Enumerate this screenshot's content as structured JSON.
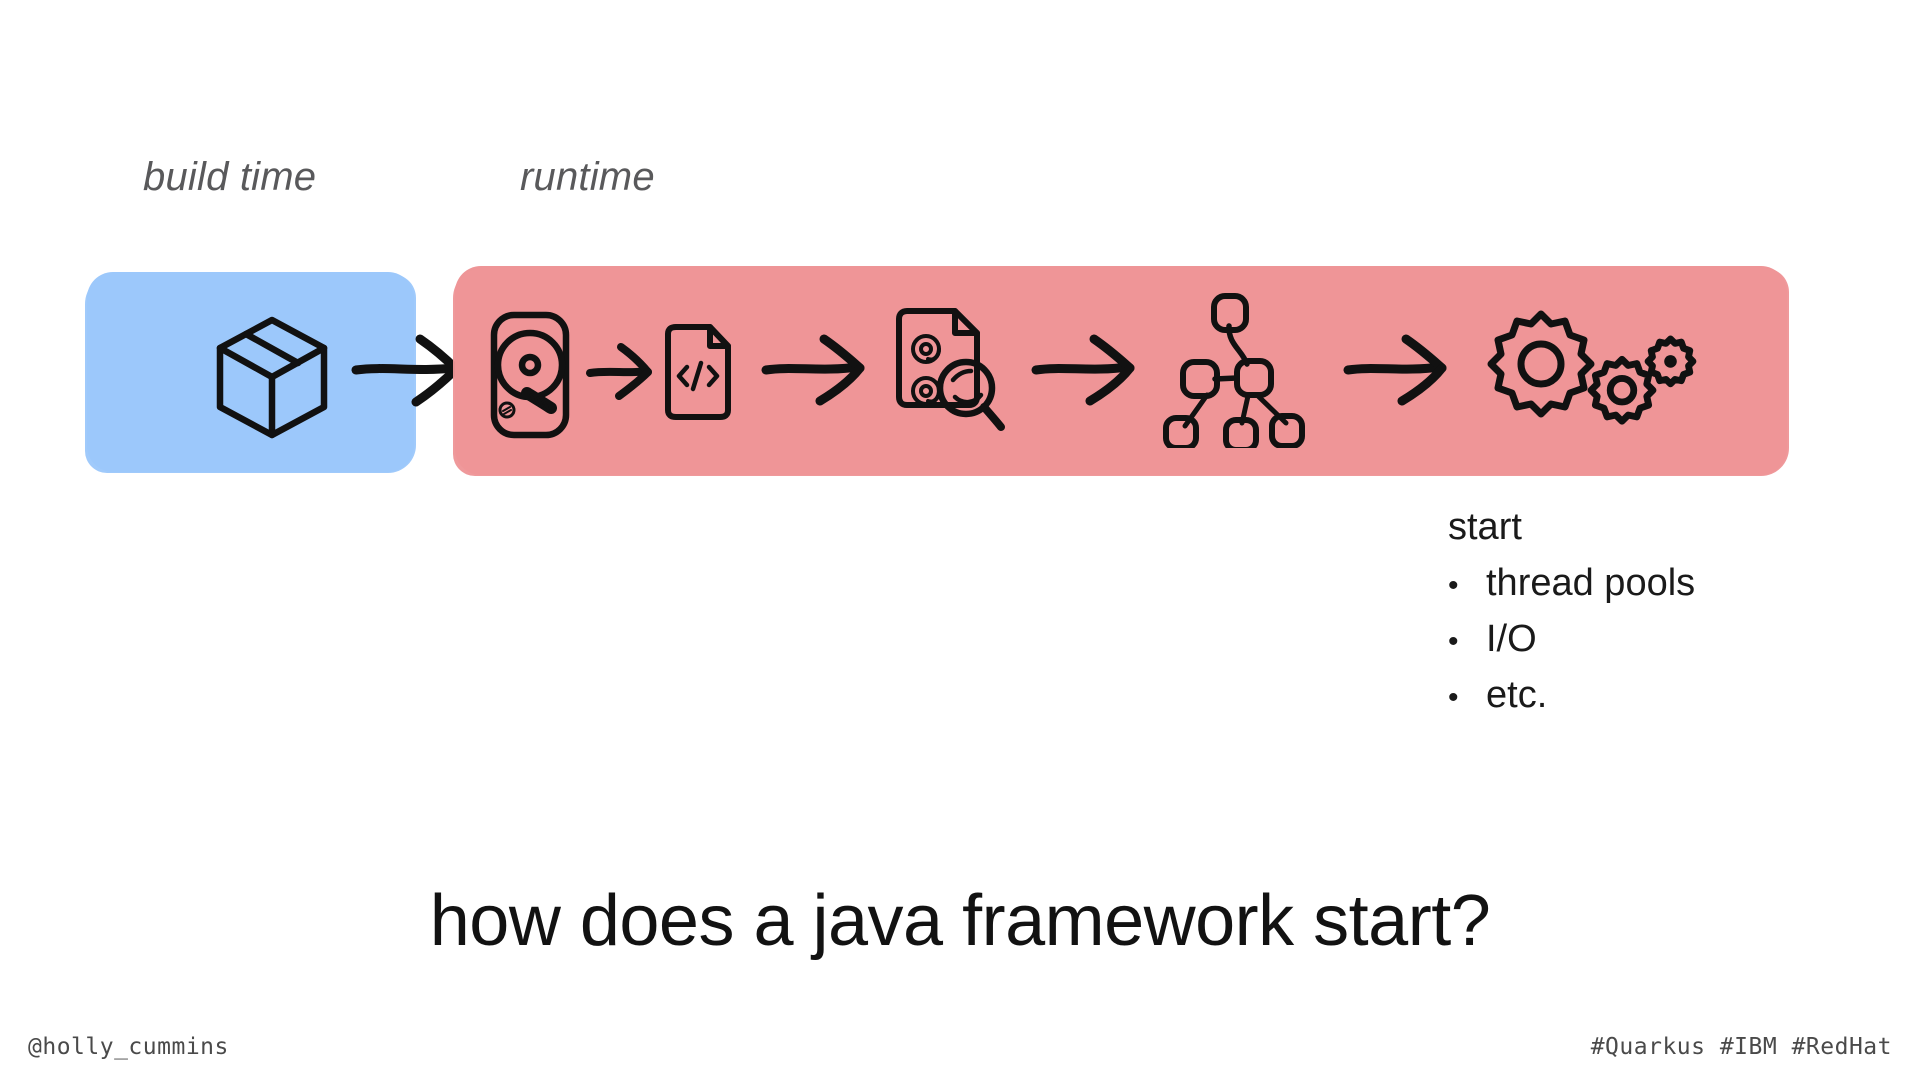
{
  "slide": {
    "title": "how does a java framework start?",
    "background_color": "#ffffff"
  },
  "phases": [
    {
      "key": "build-time",
      "label": "build time",
      "panel_color": "#9CC8FB",
      "steps": [
        {
          "icon": "package-box-icon",
          "name": "package"
        }
      ]
    },
    {
      "key": "runtime",
      "label": "runtime",
      "panel_color": "#EE9597",
      "steps": [
        {
          "icon": "hard-disk-icon",
          "name": "read from disk"
        },
        {
          "icon": "code-document-icon",
          "name": "classes"
        },
        {
          "icon": "annotation-scan-icon",
          "name": "scan annotations"
        },
        {
          "icon": "dependency-graph-icon",
          "name": "build object graph"
        },
        {
          "icon": "gears-icon",
          "name": "start services"
        }
      ]
    }
  ],
  "arrows": {
    "build-to-runtime": "arrow-right-icon",
    "between-steps": "arrow-right-icon",
    "count": 5
  },
  "start_block": {
    "heading": "start",
    "bullet_glyph": "•",
    "items": [
      "thread pools",
      "I/O",
      "etc."
    ]
  },
  "footer": {
    "handle": "@holly_cummins",
    "tags": "#Quarkus #IBM #RedHat"
  },
  "colors": {
    "build_panel": "#9CC8FB",
    "runtime_panel": "#EE9597",
    "ink": "#111111",
    "label_gray": "#59595b",
    "footer_gray": "#4a4a4a"
  }
}
